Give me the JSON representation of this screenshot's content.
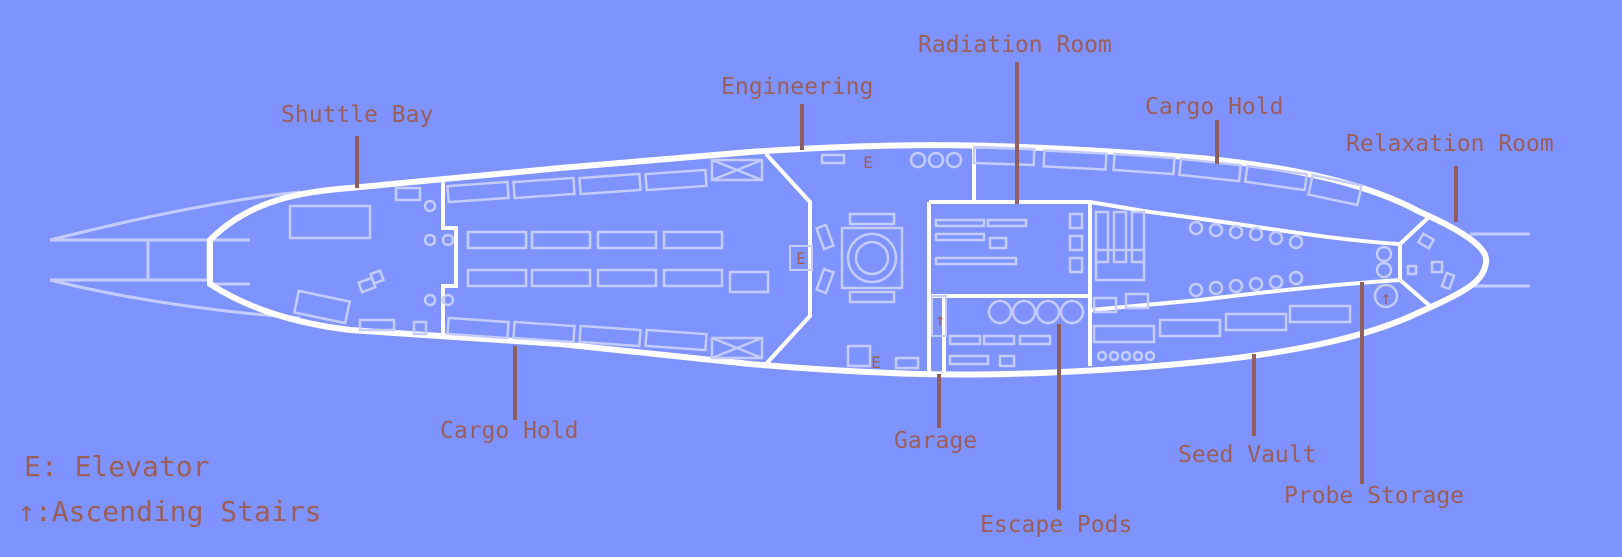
{
  "colors": {
    "background": "#7f93ff",
    "hull": "#ffffff",
    "faint": "#c4ccff",
    "label": "#9a5f5a",
    "leader": "#8e5f5c"
  },
  "labels": {
    "shuttle_bay": "Shuttle Bay",
    "engineering": "Engineering",
    "radiation_room": "Radiation Room",
    "cargo_hold_top": "Cargo Hold",
    "relaxation_room": "Relaxation Room",
    "cargo_hold_bottom": "Cargo Hold",
    "garage": "Garage",
    "escape_pods": "Escape Pods",
    "seed_vault": "Seed Vault",
    "probe_storage": "Probe Storage"
  },
  "legend": {
    "elevator": "E: Elevator",
    "stairs": "↑:Ascending Stairs"
  },
  "markers": {
    "elevator": "E",
    "stairs": "↑"
  }
}
